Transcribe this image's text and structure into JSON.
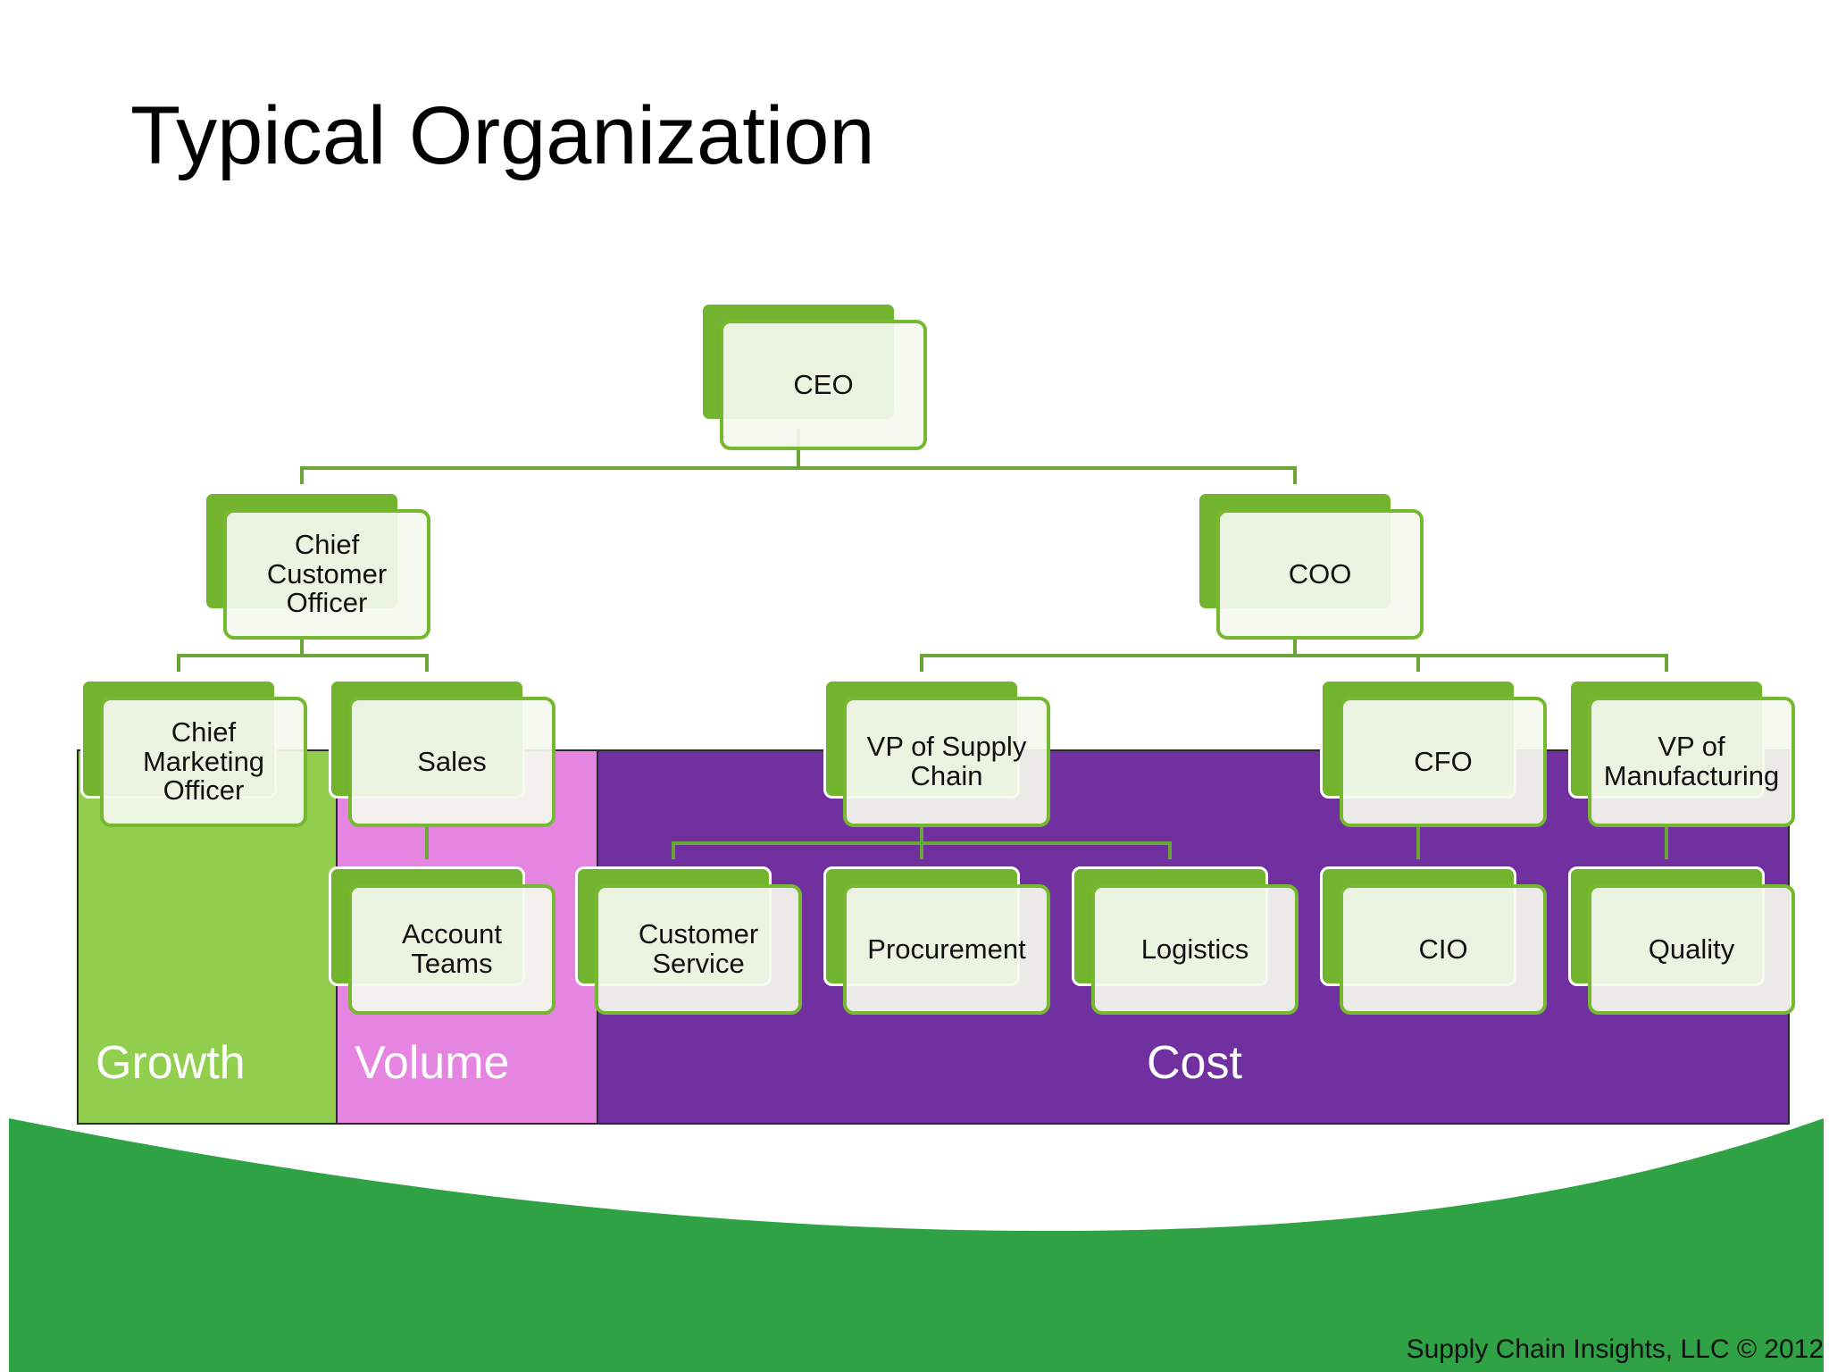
{
  "title": "Typical Organization",
  "footer": "Supply Chain Insights, LLC © 2012",
  "colors": {
    "node_accent": "#73b42e",
    "node_fill": "#f4f9ee",
    "connector": "#6aa535",
    "growth": "#92cf4f",
    "volume": "#e585e1",
    "cost": "#7030a0",
    "wave": "#2ea244"
  },
  "bands": {
    "growth": "Growth",
    "volume": "Volume",
    "cost": "Cost"
  },
  "nodes": {
    "ceo": "CEO",
    "cco": "Chief\nCustomer\nOfficer",
    "coo": "COO",
    "cmo": "Chief\nMarketing\nOfficer",
    "sales": "Sales",
    "vp_supply_chain": "VP of Supply\nChain",
    "cfo": "CFO",
    "vp_manufacturing": "VP of\nManufacturing",
    "account_teams": "Account\nTeams",
    "customer_service": "Customer\nService",
    "procurement": "Procurement",
    "logistics": "Logistics",
    "cio": "CIO",
    "quality": "Quality"
  }
}
